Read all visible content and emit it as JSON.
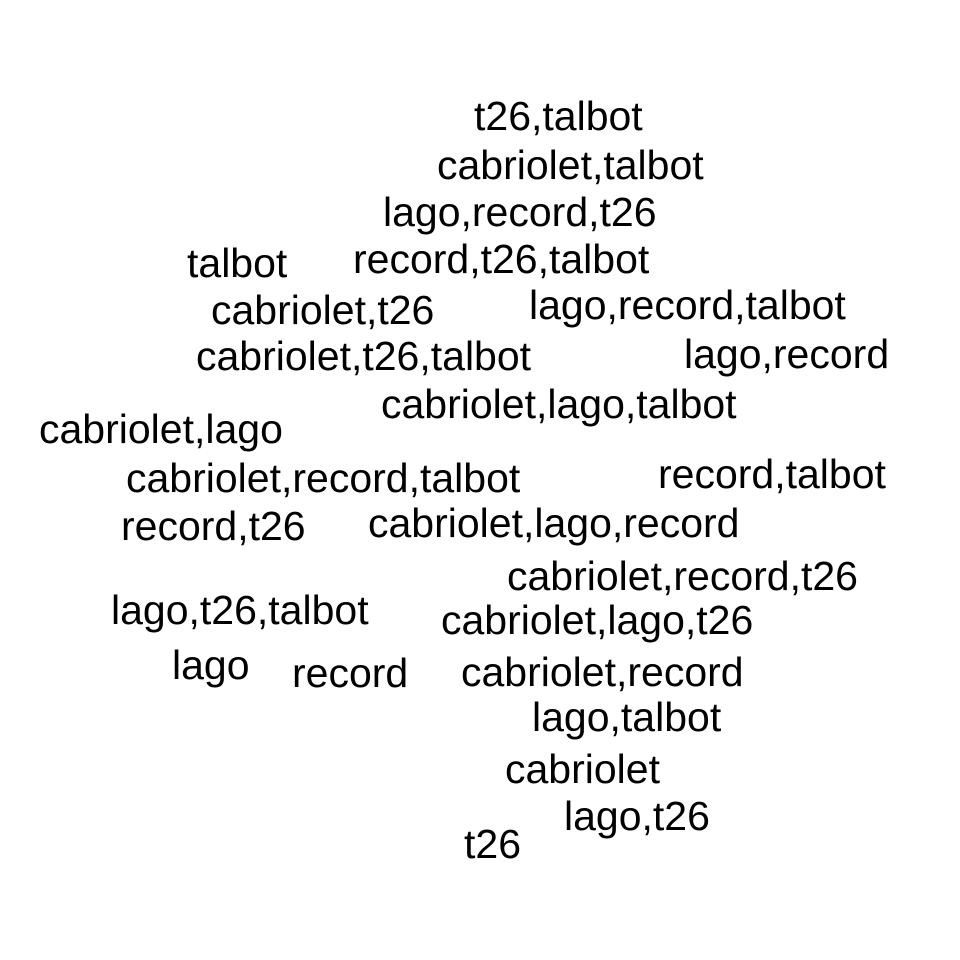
{
  "words": [
    "t26,talbot",
    "cabriolet,talbot",
    "lago,record,t26",
    "talbot",
    "record,t26,talbot",
    "cabriolet,t26",
    "lago,record,talbot",
    "cabriolet,t26,talbot",
    "lago,record",
    "cabriolet,lago,talbot",
    "cabriolet,lago",
    "cabriolet,record,talbot",
    "record,talbot",
    "record,t26",
    "cabriolet,lago,record",
    "cabriolet,record,t26",
    "lago,t26,talbot",
    "cabriolet,lago,t26",
    "lago",
    "record",
    "cabriolet,record",
    "lago,talbot",
    "cabriolet",
    "lago,t26",
    "t26"
  ],
  "colors": {
    "background": "#ffffff",
    "text": "#000000"
  }
}
